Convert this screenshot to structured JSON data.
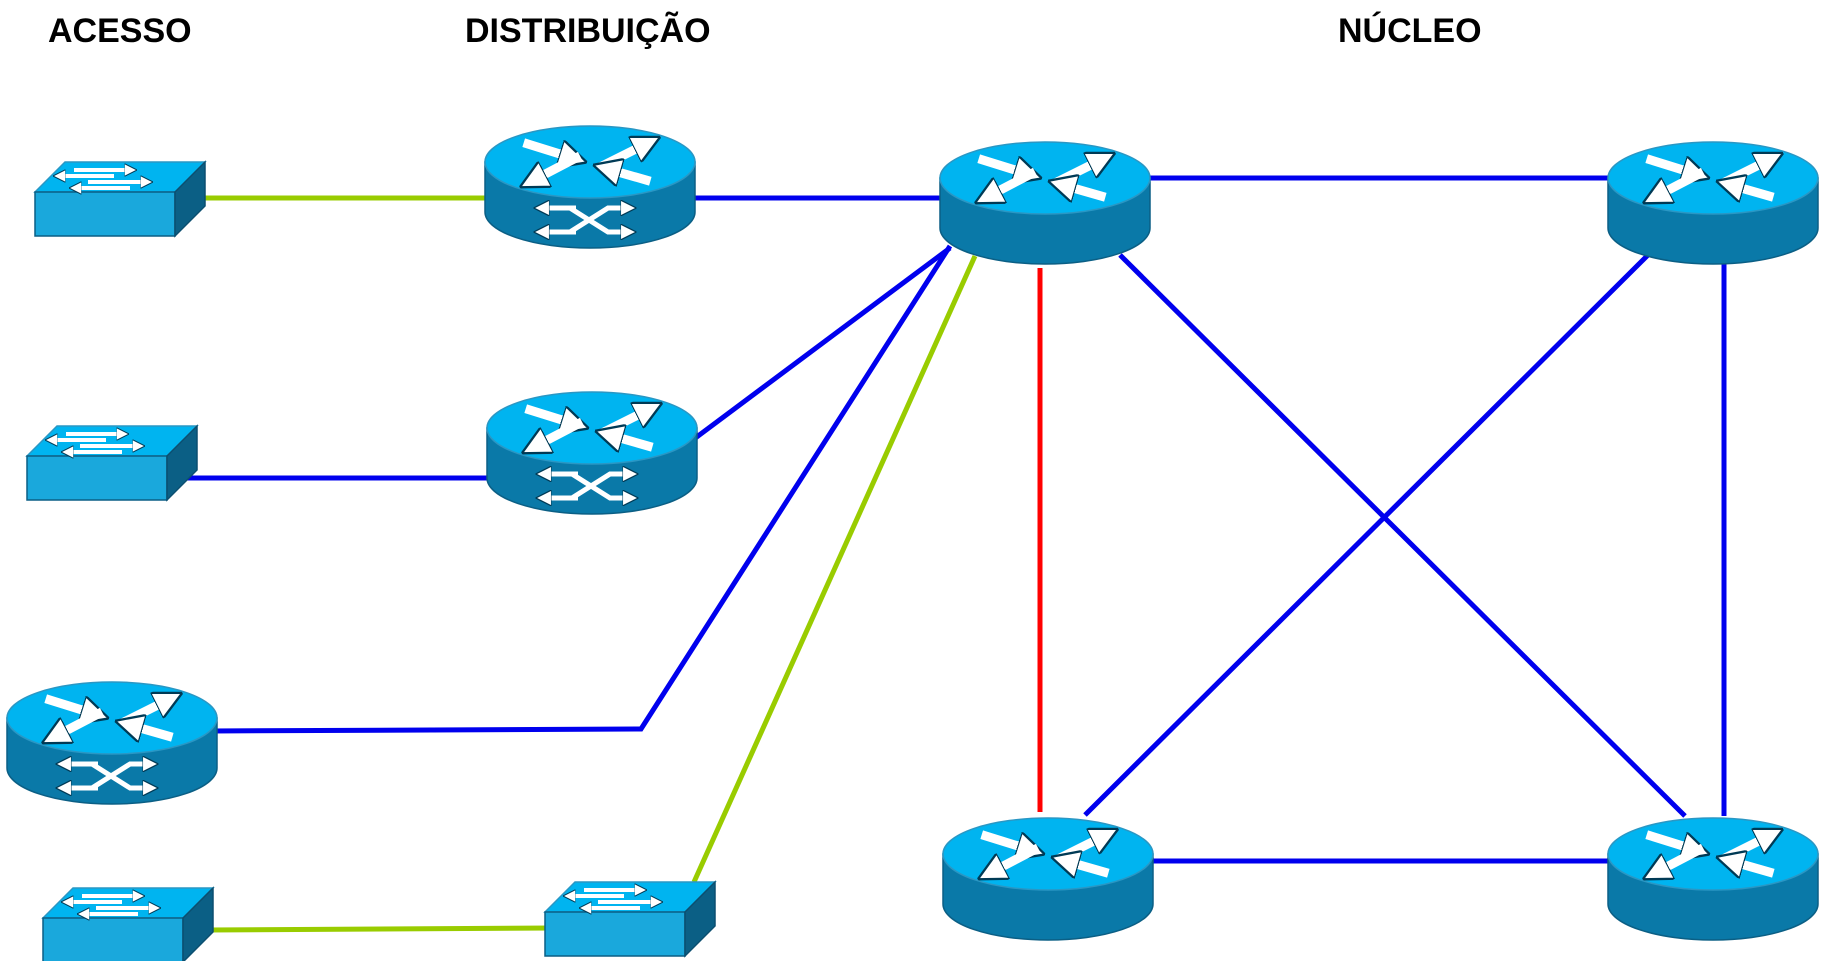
{
  "labels": {
    "acesso": "ACESSO",
    "distribuicao": "DISTRIBUIÇÃO",
    "nucleo": "NÚCLEO"
  },
  "colors": {
    "background": "#ffffff",
    "device_top": "#00b4f0",
    "device_side": "#0a79a8",
    "link_blue": "#0000ee",
    "link_green": "#99cc00",
    "link_red": "#ff0000"
  },
  "devices": [
    {
      "id": "access-switch-1",
      "type": "switch",
      "icon": "switch-icon"
    },
    {
      "id": "access-switch-2",
      "type": "switch",
      "icon": "switch-icon"
    },
    {
      "id": "access-multilayer-switch",
      "type": "multilayer-switch",
      "icon": "multilayer-switch-icon"
    },
    {
      "id": "access-switch-3",
      "type": "switch",
      "icon": "switch-icon"
    },
    {
      "id": "dist-multilayer-switch-1",
      "type": "multilayer-switch",
      "icon": "multilayer-switch-icon"
    },
    {
      "id": "dist-multilayer-switch-2",
      "type": "multilayer-switch",
      "icon": "multilayer-switch-icon"
    },
    {
      "id": "dist-switch",
      "type": "switch",
      "icon": "switch-icon"
    },
    {
      "id": "core-router-top-left",
      "type": "router",
      "icon": "router-icon"
    },
    {
      "id": "core-router-top-right",
      "type": "router",
      "icon": "router-icon"
    },
    {
      "id": "core-router-bottom-left",
      "type": "router",
      "icon": "router-icon"
    },
    {
      "id": "core-router-bottom-right",
      "type": "router",
      "icon": "router-icon"
    }
  ],
  "links": [
    {
      "from": "access-switch-1",
      "to": "dist-multilayer-switch-1",
      "color": "green"
    },
    {
      "from": "access-switch-2",
      "to": "dist-multilayer-switch-2",
      "color": "blue"
    },
    {
      "from": "access-multilayer-switch",
      "to": "core-router-top-left",
      "color": "blue"
    },
    {
      "from": "access-switch-3",
      "to": "dist-switch",
      "color": "green"
    },
    {
      "from": "dist-switch",
      "to": "core-router-top-left",
      "color": "green"
    },
    {
      "from": "dist-multilayer-switch-1",
      "to": "core-router-top-left",
      "color": "blue"
    },
    {
      "from": "dist-multilayer-switch-2",
      "to": "core-router-top-left",
      "color": "blue"
    },
    {
      "from": "core-router-top-left",
      "to": "core-router-top-right",
      "color": "blue"
    },
    {
      "from": "core-router-top-left",
      "to": "core-router-bottom-left",
      "color": "red"
    },
    {
      "from": "core-router-top-left",
      "to": "core-router-bottom-right",
      "color": "blue"
    },
    {
      "from": "core-router-top-right",
      "to": "core-router-bottom-left",
      "color": "blue"
    },
    {
      "from": "core-router-top-right",
      "to": "core-router-bottom-right",
      "color": "blue"
    },
    {
      "from": "core-router-bottom-left",
      "to": "core-router-bottom-right",
      "color": "blue"
    }
  ]
}
